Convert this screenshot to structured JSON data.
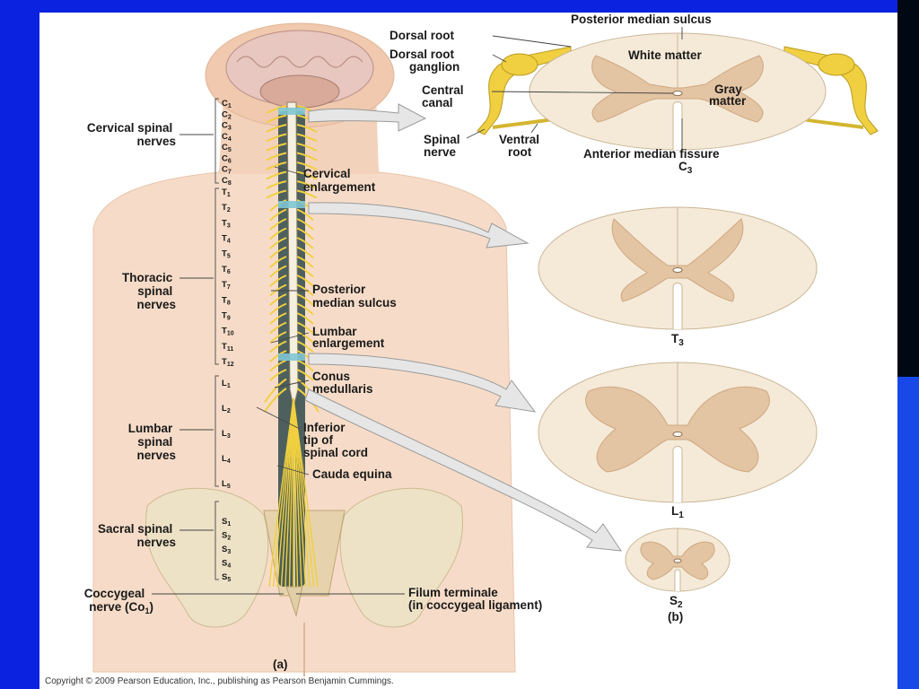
{
  "labels": {
    "cervical_nerves": [
      "Cervical spinal",
      "nerves"
    ],
    "thoracic_nerves": [
      "Thoracic",
      "spinal",
      "nerves"
    ],
    "lumbar_nerves": [
      "Lumbar",
      "spinal",
      "nerves"
    ],
    "sacral_nerves": [
      "Sacral spinal",
      "nerves"
    ],
    "coccygeal_nerve": [
      "Coccygeal",
      "nerve (Co",
      "1",
      ")"
    ],
    "cervical_enlargement": [
      "Cervical",
      "enlargement"
    ],
    "posterior_median_sulcus_a": [
      "Posterior",
      "median sulcus"
    ],
    "lumbar_enlargement": [
      "Lumbar",
      "enlargement"
    ],
    "conus_medullaris": [
      "Conus",
      "medullaris"
    ],
    "inferior_tip": [
      "Inferior",
      "tip of",
      "spinal cord"
    ],
    "cauda_equina": "Cauda equina",
    "filum_terminale": [
      "Filum terminale",
      "(in coccygeal ligament)"
    ],
    "panel_a": "(a)",
    "panel_b": "(b)"
  },
  "section_labels": {
    "dorsal_root": "Dorsal root",
    "dorsal_root_ganglion": [
      "Dorsal root",
      "ganglion"
    ],
    "central_canal": [
      "Central",
      "canal"
    ],
    "spinal_nerve": [
      "Spinal",
      "nerve"
    ],
    "ventral_root": [
      "Ventral",
      "root"
    ],
    "posterior_median_sulcus": "Posterior median sulcus",
    "white_matter": "White matter",
    "gray_matter": [
      "Gray",
      "matter"
    ],
    "anterior_median_fissure": "Anterior median fissure"
  },
  "sections": [
    {
      "letter": "C",
      "sub": "3"
    },
    {
      "letter": "T",
      "sub": "3"
    },
    {
      "letter": "L",
      "sub": "1"
    },
    {
      "letter": "S",
      "sub": "2"
    }
  ],
  "segments": {
    "cervical": [
      [
        "C",
        "1"
      ],
      [
        "C",
        "2"
      ],
      [
        "C",
        "3"
      ],
      [
        "C",
        "4"
      ],
      [
        "C",
        "5"
      ],
      [
        "C",
        "6"
      ],
      [
        "C",
        "7"
      ],
      [
        "C",
        "8"
      ]
    ],
    "thoracic": [
      [
        "T",
        "1"
      ],
      [
        "T",
        "2"
      ],
      [
        "T",
        "3"
      ],
      [
        "T",
        "4"
      ],
      [
        "T",
        "5"
      ],
      [
        "T",
        "6"
      ],
      [
        "T",
        "7"
      ],
      [
        "T",
        "8"
      ],
      [
        "T",
        "9"
      ],
      [
        "T",
        "10"
      ],
      [
        "T",
        "11"
      ],
      [
        "T",
        "12"
      ]
    ],
    "lumbar": [
      [
        "L",
        "1"
      ],
      [
        "L",
        "2"
      ],
      [
        "L",
        "3"
      ],
      [
        "L",
        "4"
      ],
      [
        "L",
        "5"
      ]
    ],
    "sacral": [
      [
        "S",
        "1"
      ],
      [
        "S",
        "2"
      ],
      [
        "S",
        "3"
      ],
      [
        "S",
        "4"
      ],
      [
        "S",
        "5"
      ]
    ]
  },
  "copyright": "Copyright © 2009 Pearson Education, Inc., publishing as Pearson Benjamin Cummings.",
  "colors": {
    "background": "#0a1fd6",
    "white_matter": "#f5ead8",
    "gray_matter": "#e3c4a3",
    "nerve": "#f0d040",
    "skin": "#f6dcc8"
  }
}
